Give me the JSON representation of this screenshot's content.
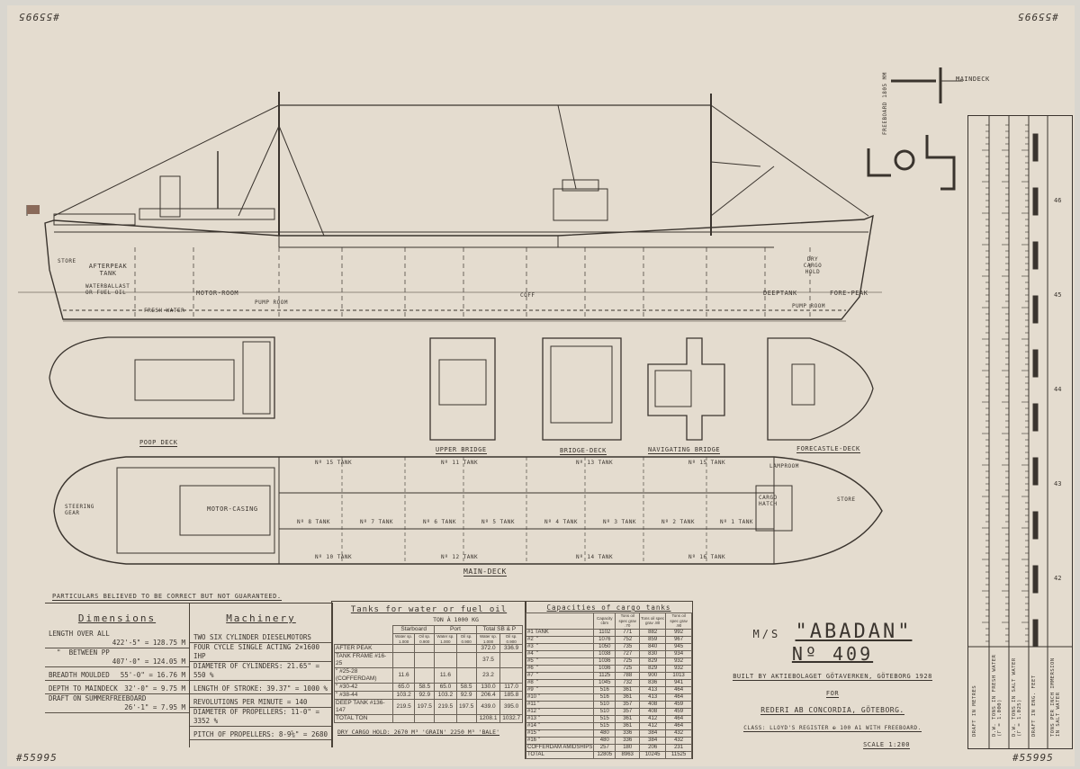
{
  "drawing_number": "#55995",
  "corner_top_left": "#55995",
  "corner_top_right": "#55995",
  "disclaimer": "Particulars believed to be correct but not guaranteed.",
  "title": {
    "prefix": "M/S",
    "ship_name": "\"ABADAN\"",
    "number": "Nº 409",
    "built_by": "Built by Aktiebolaget Götaverken, Göteborg 1928",
    "for": "for",
    "owner": "Rederi AB Concordia, Göteborg.",
    "class": "Class: Lloyd's Register ✠ 100 A1 with freeboard.",
    "scale": "Scale 1:200"
  },
  "views": {
    "poop_deck": "Poop deck",
    "upper_bridge": "Upper bridge",
    "bridge_deck": "Bridge-deck",
    "navigating_bridge": "Navigating bridge",
    "forecastle_deck": "Forecastle-deck",
    "main_deck": "Main-deck",
    "maindeck_section": "Maindeck",
    "freeboard": "Freeboard 1805 mm"
  },
  "profile_labels": {
    "afterpeak": "Afterpeak tank",
    "waterballast": "Waterballast or fuel oil",
    "motor_room": "Motor-room",
    "fresh_water": "Fresh water",
    "pump_room_aft": "Pump room",
    "coff": "Coff",
    "dry_cargo_hold": "Dry cargo hold",
    "deeptank": "Deeptank",
    "pump_room_fwd": "Pump room",
    "fore_peak": "Fore-peak",
    "store": "Store"
  },
  "main_deck_labels": {
    "steering_gear": "Steering gear",
    "motor_casing": "Motor-casing",
    "cargo_hatch": "Cargo hatch",
    "store": "Store",
    "lamproom": "Lamproom",
    "tanks_center": [
      "Nº 8 Tank",
      "Nº 7 Tank",
      "Nº 6 Tank",
      "Nº 5 Tank",
      "Nº 4 Tank",
      "Nº 3 Tank",
      "Nº 2 Tank",
      "Nº 1 Tank"
    ],
    "tanks_upper": [
      "Nº 15 Tank",
      "Nº 11 Tank",
      "Nº 13 Tank",
      "Nº 15 Tank"
    ],
    "tanks_lower": [
      "Nº 10 Tank",
      "Nº 12 Tank",
      "Nº 14 Tank",
      "Nº 16 Tank"
    ]
  },
  "dimensions": {
    "heading": "Dimensions",
    "rows": [
      {
        "label": "Length over all",
        "value": "422'-5\" = 128.75 m"
      },
      {
        "label": "  \"  between PP",
        "value": "407'-0\" = 124.05 m"
      },
      {
        "label": "Breadth moulded",
        "value": "55'-0\" = 16.76 m"
      },
      {
        "label": "Depth to maindeck",
        "value": "32'-0\" = 9.75 m"
      },
      {
        "label": "Draft on summerfreeboard",
        "value": "26'-1\" = 7.95 m"
      }
    ]
  },
  "machinery": {
    "heading": "Machinery",
    "rows": [
      "Two six cylinder dieselmotors",
      "Four cycle single acting 2×1600 IHP",
      "Diameter of cylinders: 21.65\" = 550 %",
      "Length of stroke: 39.37\" = 1000 %",
      "Revolutions per minute = 140",
      "Diameter of propellers: 11-0\" = 3352 %",
      "Pitch of propellers: 8-9⅝\" = 2680"
    ]
  },
  "tanks": {
    "heading": "Tanks for water or fuel oil",
    "unit": "Ton à 1000 kg",
    "groups": [
      "Starboard",
      "Port",
      "Total SB & P"
    ],
    "subheads": [
      "Water sp. 1.000",
      "Oil sp. 0.900",
      "Water sp. 1.000",
      "Oil sp. 0.900",
      "Water sp. 1.000",
      "Oil sp. 0.900"
    ],
    "rows": [
      {
        "label": "After peak",
        "cells": [
          "",
          "",
          "",
          "",
          "372.0",
          "336.9"
        ]
      },
      {
        "label": "Tank frame #16-25",
        "cells": [
          "",
          "",
          "",
          "",
          "37.5",
          ""
        ]
      },
      {
        "label": "  \"  #25-28 (cofferdam)",
        "cells": [
          "11.6",
          "",
          "11.6",
          "",
          "23.2",
          ""
        ]
      },
      {
        "label": "  \"  #30-42",
        "cells": [
          "65.0",
          "58.5",
          "65.0",
          "58.5",
          "130.0",
          "117.0"
        ]
      },
      {
        "label": "  \"  #38-44",
        "cells": [
          "103.2",
          "92.9",
          "103.2",
          "92.9",
          "206.4",
          "185.8"
        ]
      },
      {
        "label": "Deep tank #136-147",
        "cells": [
          "219.5",
          "197.5",
          "219.5",
          "197.5",
          "439.0",
          "395.0"
        ]
      },
      {
        "label": "Total ton",
        "cells": [
          "",
          "",
          "",
          "",
          "1208.1",
          "1032.7"
        ]
      }
    ],
    "dry_cargo": "Dry cargo hold: 2670 m³ 'grain' 2250 m³ 'bale'"
  },
  "capacities": {
    "heading": "Capacities of cargo tanks",
    "columns": [
      "",
      "Capacity cbm",
      "Tons oil spec grav .70",
      "Tons oil spec grav .80",
      "Tons oil spec grav .90"
    ],
    "rows": [
      [
        "#1 Tank",
        "1102",
        "771",
        "882",
        "992"
      ],
      [
        "#2  \"",
        "1076",
        "752",
        "859",
        "967"
      ],
      [
        "#3  \"",
        "1050",
        "735",
        "840",
        "945"
      ],
      [
        "#4  \"",
        "1038",
        "727",
        "830",
        "934"
      ],
      [
        "#5  \"",
        "1036",
        "725",
        "829",
        "932"
      ],
      [
        "#6  \"",
        "1036",
        "725",
        "829",
        "932"
      ],
      [
        "#7  \"",
        "1125",
        "788",
        "900",
        "1013"
      ],
      [
        "#8  \"",
        "1045",
        "732",
        "836",
        "941"
      ],
      [
        "#9  \"",
        "516",
        "361",
        "413",
        "464"
      ],
      [
        "#10 \"",
        "516",
        "361",
        "413",
        "464"
      ],
      [
        "#11 \"",
        "510",
        "357",
        "408",
        "459"
      ],
      [
        "#12 \"",
        "510",
        "357",
        "408",
        "459"
      ],
      [
        "#13 \"",
        "515",
        "361",
        "412",
        "464"
      ],
      [
        "#14 \"",
        "515",
        "361",
        "412",
        "464"
      ],
      [
        "#15 \"",
        "480",
        "336",
        "384",
        "432"
      ],
      [
        "#16 \"",
        "480",
        "336",
        "384",
        "432"
      ],
      [
        "Cofferdam amidships",
        "257",
        "180",
        "206",
        "231"
      ],
      [
        "Total",
        "12805",
        "8963",
        "10245",
        "11525"
      ]
    ]
  },
  "scale_columns": {
    "col1": "Draft in metres",
    "col2": "D.W. tons in fresh water (γ = 1.000)",
    "col3": "D.W. tons in salt water (γ = 1.025)",
    "col4": "Draft in Eng. feet",
    "col5": "Tons per inch immersion in salt water",
    "tpi_values": [
      "46",
      "45",
      "44",
      "43",
      "42"
    ]
  }
}
